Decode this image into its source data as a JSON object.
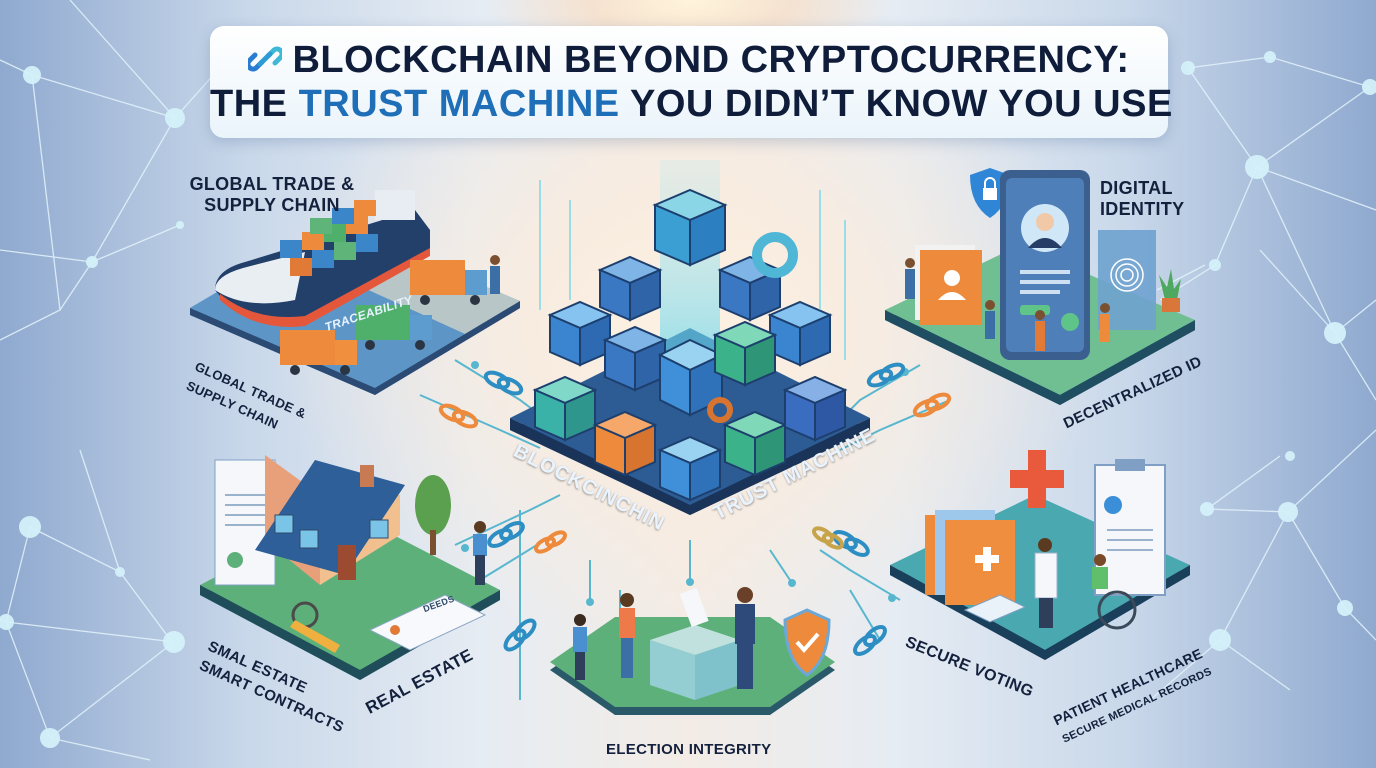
{
  "title": {
    "line1": "BLOCKCHAIN BEYOND CRYPTOCURRENCY:",
    "line2_prefix": "THE ",
    "line2_accent": "TRUST MACHINE",
    "line2_suffix": " YOU DIDN’T KNOW YOU USE",
    "icon": "chain-link-icon"
  },
  "colors": {
    "title_text": "#0f1d3a",
    "title_accent": "#1f6fb8",
    "platform_green": "#5fb48a",
    "platform_teal": "#3fa0a8",
    "block_blue": "#2f78c4",
    "block_teal": "#3bb2b8",
    "accent_orange": "#ee8a3c",
    "network_line": "#dff3fb"
  },
  "center": {
    "label_left": "BLOCKCINCHIN",
    "label_right": "TRUST MACHINE",
    "icon": "blockchain-cubes-icon"
  },
  "sections": {
    "supply_chain": {
      "title": "GLOBAL TRADE & SUPPLY CHAIN",
      "title_line1": "GLOBAL TRADE &",
      "title_line2": "SUPPLY CHAIN",
      "sub_line1": "GLOBAL TRADE &",
      "sub_line2": "SUPPLY CHAIN",
      "road_label": "TRACEABILITY",
      "icons": [
        "cargo-ship-icon",
        "truck-icon",
        "worker-icon"
      ]
    },
    "digital_identity": {
      "title_line1": "DIGITAL",
      "title_line2": "IDENTITY",
      "sub_label": "DECENTRALIZED ID",
      "icons": [
        "smartphone-id-icon",
        "shield-lock-icon",
        "fingerprint-icon",
        "id-folder-icon",
        "plant-icon"
      ]
    },
    "real_estate": {
      "label_line1": "SMAL ESTATE",
      "label_line2": "SMART CONTRACTS",
      "sub_label": "REAL ESTATE",
      "deed_text": "DEEDS",
      "icons": [
        "house-icon",
        "key-icon",
        "contract-document-icon",
        "tree-icon"
      ]
    },
    "election": {
      "label": "ELECTION INTEGRITY",
      "icons": [
        "ballot-box-icon",
        "shield-check-icon",
        "voter-icon"
      ]
    },
    "healthcare": {
      "voting_label": "SECURE VOTING",
      "label_line1": "PATIENT HEALTHCARE",
      "label_line2": "SECURE MEDICAL RECORDS",
      "icons": [
        "medical-cross-icon",
        "medical-folder-icon",
        "clipboard-icon",
        "doctor-icon",
        "wheelchair-icon"
      ]
    }
  }
}
